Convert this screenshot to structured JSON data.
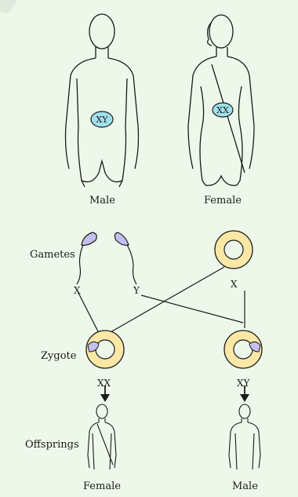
{
  "labels": {
    "male": "Male",
    "female": "Female",
    "gametes": "Gametes",
    "zygote": "Zygote",
    "offsprings": "Offsprings",
    "offspring_female": "Female",
    "offspring_male": "Male",
    "gamete_x": "X",
    "gamete_y": "Y",
    "gamete_x_female": "X",
    "zygote_xx": "XX",
    "zygote_xy": "XY"
  },
  "chromosomes": {
    "male_body": "XY",
    "female_body": "XX"
  },
  "colors": {
    "background": "#eef8ea",
    "chromosome_fill": "#9fe0ec",
    "egg_fill": "#fbe7a6",
    "sperm_fill": "#c5bff0",
    "line": "#1a1a1a"
  }
}
